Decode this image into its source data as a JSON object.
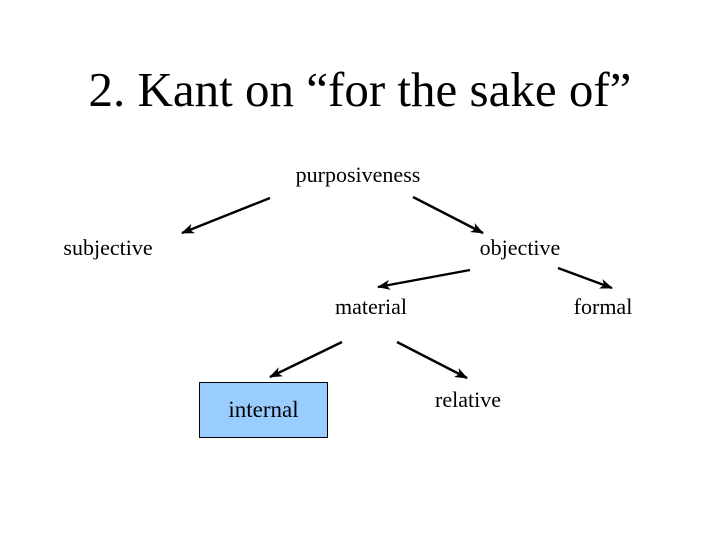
{
  "slide": {
    "title": "2. Kant on “for the sake of”",
    "background_color": "#ffffff",
    "text_color": "#000000",
    "diagram": {
      "type": "tree",
      "nodes": {
        "purposiveness": "purposiveness",
        "subjective": "subjective",
        "objective": "objective",
        "material": "material",
        "formal": "formal",
        "internal": "internal",
        "relative": "relative"
      },
      "edges": [
        {
          "from": "purposiveness",
          "to": "subjective"
        },
        {
          "from": "purposiveness",
          "to": "objective"
        },
        {
          "from": "objective",
          "to": "material"
        },
        {
          "from": "objective",
          "to": "formal"
        },
        {
          "from": "material",
          "to": "internal"
        },
        {
          "from": "material",
          "to": "relative"
        }
      ],
      "arrow_color": "#000000",
      "highlight": {
        "node": "internal",
        "fill": "#99ccff",
        "border": "#000000"
      }
    }
  }
}
